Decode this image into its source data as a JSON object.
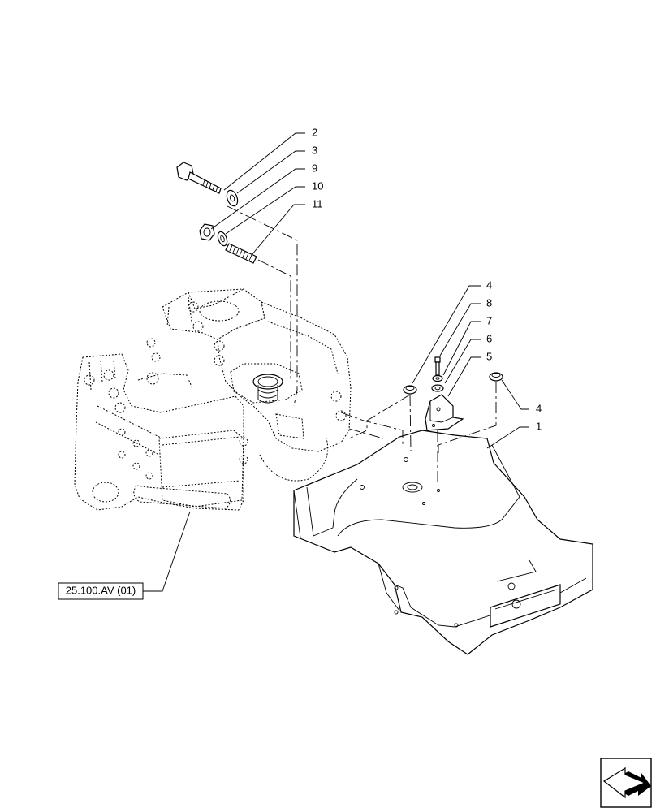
{
  "callouts": {
    "c2": "2",
    "c3": "3",
    "c9": "9",
    "c10": "10",
    "c11": "11",
    "c4a": "4",
    "c8": "8",
    "c7": "7",
    "c6": "6",
    "c5": "5",
    "c4b": "4",
    "c1": "1"
  },
  "reference": {
    "label": "25.100.AV (01)"
  },
  "nav_icon": {
    "name": "next-page-arrow-icon"
  }
}
